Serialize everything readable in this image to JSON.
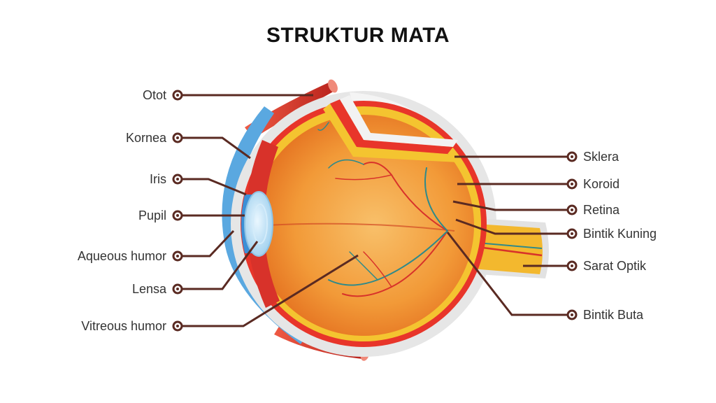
{
  "title": "STRUKTUR MATA",
  "labels": {
    "otot": "Otot",
    "kornea": "Kornea",
    "iris": "Iris",
    "pupil": "Pupil",
    "aqueous": "Aqueous humor",
    "lensa": "Lensa",
    "vitreous": "Vitreous humor",
    "sklera": "Sklera",
    "koroid": "Koroid",
    "retina": "Retina",
    "bintik_kuning": "Bintik Kuning",
    "sarat_optik": "Sarat Optik",
    "bintik_buta": "Bintik Buta"
  },
  "colors": {
    "leader": "#5a2a22",
    "sclera": "#e4e4e4",
    "choroid": "#e8352a",
    "retina": "#f4c430",
    "vitreous": "#f0922c",
    "iris": "#3b8fd6",
    "lens": "#bfe0f3",
    "muscle": "#d8322a",
    "optic_nerve": "#f3b82e"
  }
}
